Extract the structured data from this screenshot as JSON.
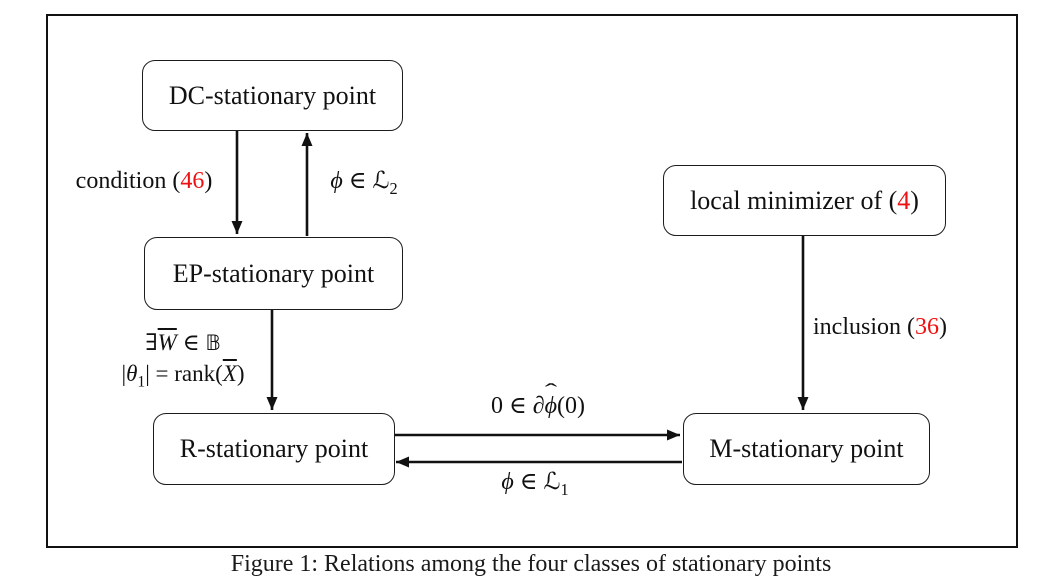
{
  "caption": "Figure 1: Relations among the four classes of stationary points",
  "colors": {
    "accent_red": "#ee1111",
    "ink": "#111111"
  },
  "nodes": {
    "dc": {
      "label": "DC-stationary point"
    },
    "ep": {
      "label": "EP-stationary point"
    },
    "r": {
      "label": "R-stationary point"
    },
    "m": {
      "label": "M-stationary point"
    },
    "local_min": {
      "pre": "local minimizer of (",
      "num": "4",
      "post": ")"
    }
  },
  "edges": {
    "dc_to_ep": {
      "pre": "condition (",
      "num": "46",
      "post": ")"
    },
    "ep_to_dc": {
      "phi": "ϕ",
      "in": " ∈ ",
      "script_l": "ℒ",
      "sub": "2"
    },
    "ep_to_r": {
      "exists": "∃",
      "var1": "W",
      "in": " ∈ ",
      "bb_b": "𝔹",
      "abs_open": "|",
      "theta": "θ",
      "theta_sub": "1",
      "mid": "| = rank(",
      "var2": "X",
      "close": ")"
    },
    "r_to_m": {
      "zero_in": "0 ∈ ",
      "partial": "∂",
      "phi": "ϕ",
      "hat": "ˆ",
      "post": "(0)"
    },
    "m_to_r": {
      "phi": "ϕ",
      "in": " ∈ ",
      "script_l": "ℒ",
      "sub": "1"
    },
    "lm_to_m": {
      "pre": "inclusion (",
      "num": "36",
      "post": ")"
    }
  }
}
